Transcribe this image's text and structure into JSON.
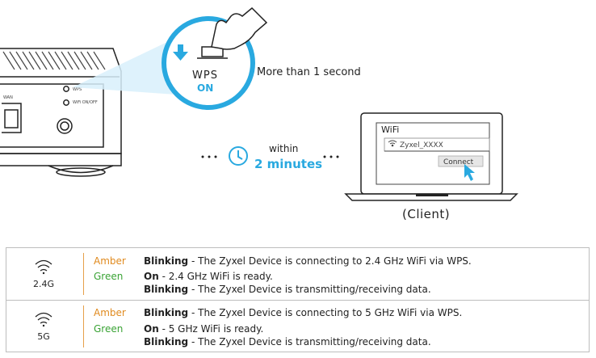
{
  "figure": {
    "wps_button_label": "WPS",
    "wps_button_state": "ON",
    "hold_duration": "More than 1 second",
    "timing_prefix": "within",
    "timing_value": "2 minutes",
    "device_port_labels": [
      "WAN",
      "WPS",
      "WiFi ON/OFF"
    ],
    "client_window": {
      "title": "WiFi",
      "ssid": "Zyxel_XXXX",
      "connect_button": "Connect"
    },
    "client_caption": "(Client)"
  },
  "led_table": {
    "bands": [
      {
        "label": "2.4G",
        "rows": [
          {
            "color": "Amber",
            "state": "Blinking",
            "desc": " - The Zyxel Device is connecting to 2.4 GHz WiFi via WPS."
          },
          {
            "color": "Green",
            "state": "On",
            "desc": " - 2.4 GHz WiFi is ready."
          },
          {
            "color": "",
            "state": "Blinking",
            "desc": " - The Zyxel Device is transmitting/receiving  data."
          }
        ]
      },
      {
        "label": "5G",
        "rows": [
          {
            "color": "Amber",
            "state": "Blinking",
            "desc": " - The Zyxel Device is connecting to 5 GHz WiFi via WPS."
          },
          {
            "color": "Green",
            "state": "On",
            "desc": " - 5 GHz WiFi is ready."
          },
          {
            "color": "",
            "state": "Blinking",
            "desc": " - The Zyxel Device is transmitting/receiving  data."
          }
        ]
      }
    ]
  },
  "colors": {
    "accent_blue": "#29a9e0",
    "amber": "#e08a1e",
    "green": "#3aa335",
    "outline": "#222222"
  }
}
